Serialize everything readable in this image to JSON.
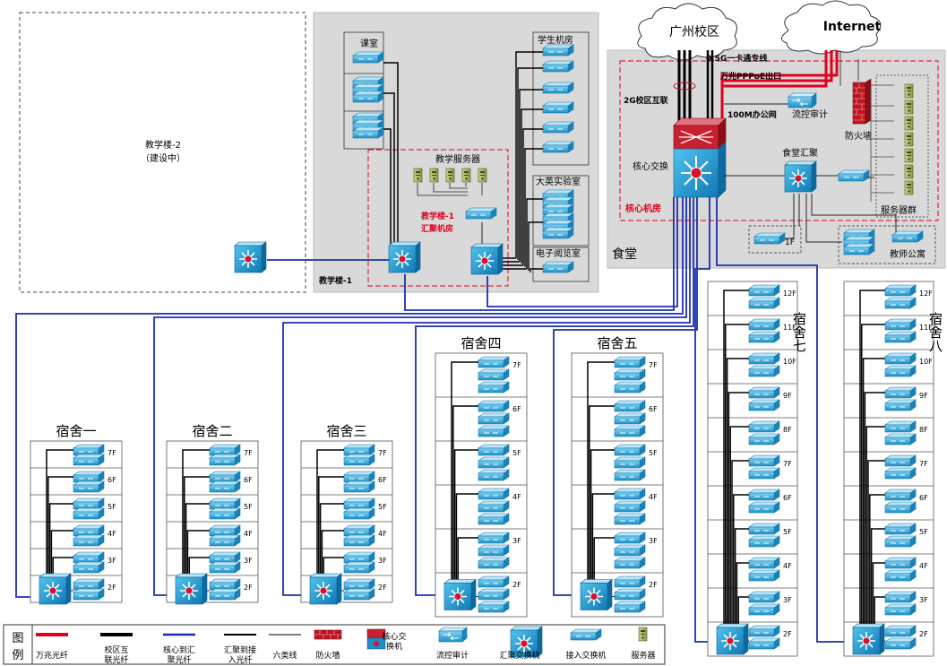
{
  "buildings": {
    "teaching2": {
      "name": "教学楼-2",
      "note": "（建设中）"
    },
    "teaching1": {
      "name": "教学楼-1",
      "classroom": "课室",
      "server_label": "教学服务器",
      "agg_room_line1": "教学楼-1",
      "agg_room_line2": "汇聚机房",
      "lab_student": "学生机房",
      "lab_english": "大英实验室",
      "lab_reading": "电子阅览室"
    },
    "canteen": {
      "name": "食堂",
      "core_room": "核心机房",
      "core_switch": "核心交换",
      "agg": "食堂汇聚",
      "firewall": "防火墙",
      "audit": "流控审计",
      "server_group": "服务器群",
      "floor_1f": "1F",
      "teacher_apartment": "教师公寓"
    }
  },
  "clouds": {
    "guangzhou": "广州校区",
    "internet": "Internet"
  },
  "links": {
    "card_line": "0.5G一卡通专线",
    "pppoe": "万兆PPPoE出口",
    "campus_link": "2G校区互联",
    "office": "100M办公网"
  },
  "dorms": [
    {
      "name": "宿舍一",
      "floors": [
        "7F",
        "6F",
        "5F",
        "4F",
        "3F",
        "2F"
      ]
    },
    {
      "name": "宿舍二",
      "floors": [
        "7F",
        "6F",
        "5F",
        "4F",
        "3F",
        "2F"
      ]
    },
    {
      "name": "宿舍三",
      "floors": [
        "7F",
        "6F",
        "5F",
        "4F",
        "3F",
        "2F"
      ]
    },
    {
      "name": "宿舍四",
      "floors": [
        "7F",
        "6F",
        "5F",
        "4F",
        "3F",
        "2F"
      ]
    },
    {
      "name": "宿舍五",
      "floors": [
        "7F",
        "6F",
        "5F",
        "4F",
        "3F",
        "2F"
      ]
    },
    {
      "name": "宿舍七",
      "floors": [
        "12F",
        "11F",
        "10F",
        "9F",
        "8F",
        "7F",
        "6F",
        "5F",
        "4F",
        "3F",
        "2F"
      ]
    },
    {
      "name": "宿舍八",
      "floors": [
        "12F",
        "11F",
        "10F",
        "9F",
        "8F",
        "7F",
        "6F",
        "5F",
        "4F",
        "3F",
        "2F"
      ]
    }
  ],
  "legend": {
    "title": "图例",
    "items": [
      {
        "label": "万兆光纤"
      },
      {
        "label": "校区互联光纤"
      },
      {
        "label": "核心到汇聚光纤"
      },
      {
        "label": "汇聚到接入光纤"
      },
      {
        "label": "六类线"
      },
      {
        "label": "防火墙"
      },
      {
        "label": "核心交换机"
      },
      {
        "label": "流控审计"
      },
      {
        "label": "汇聚交换机"
      },
      {
        "label": "接入交换机"
      },
      {
        "label": "服务器"
      }
    ]
  }
}
